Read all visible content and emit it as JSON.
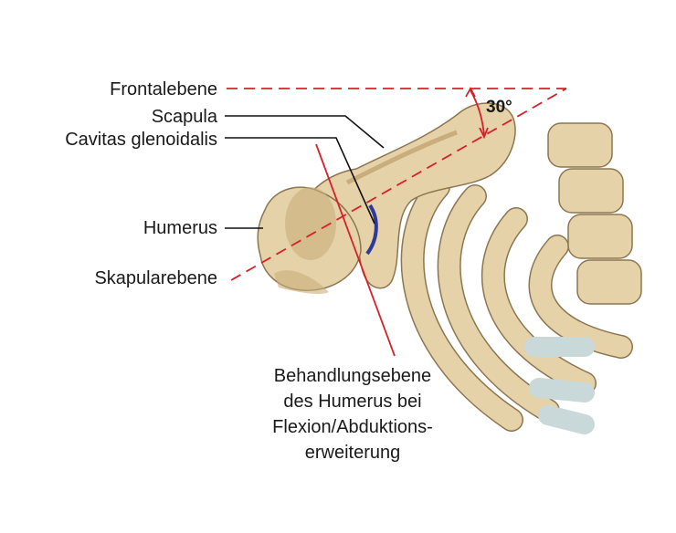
{
  "labels": {
    "frontalebene": "Frontalebene",
    "scapula": "Scapula",
    "cavitas": "Cavitas glenoidalis",
    "humerus": "Humerus",
    "skapularebene": "Skapularebene",
    "angle": "30°",
    "behandlung": [
      "Behandlungsebene",
      "des Humerus bei",
      "Flexion/Abduktions-",
      "erweiterung"
    ]
  },
  "colors": {
    "bone": "#e6d2a8",
    "bone_shadow": "#c9ad7a",
    "bone_outline": "#8c7650",
    "cartilage": "#c9d8d8",
    "glenoid": "#2b3a9c",
    "plane_line": "#d8202a",
    "leader_line": "#111111"
  }
}
